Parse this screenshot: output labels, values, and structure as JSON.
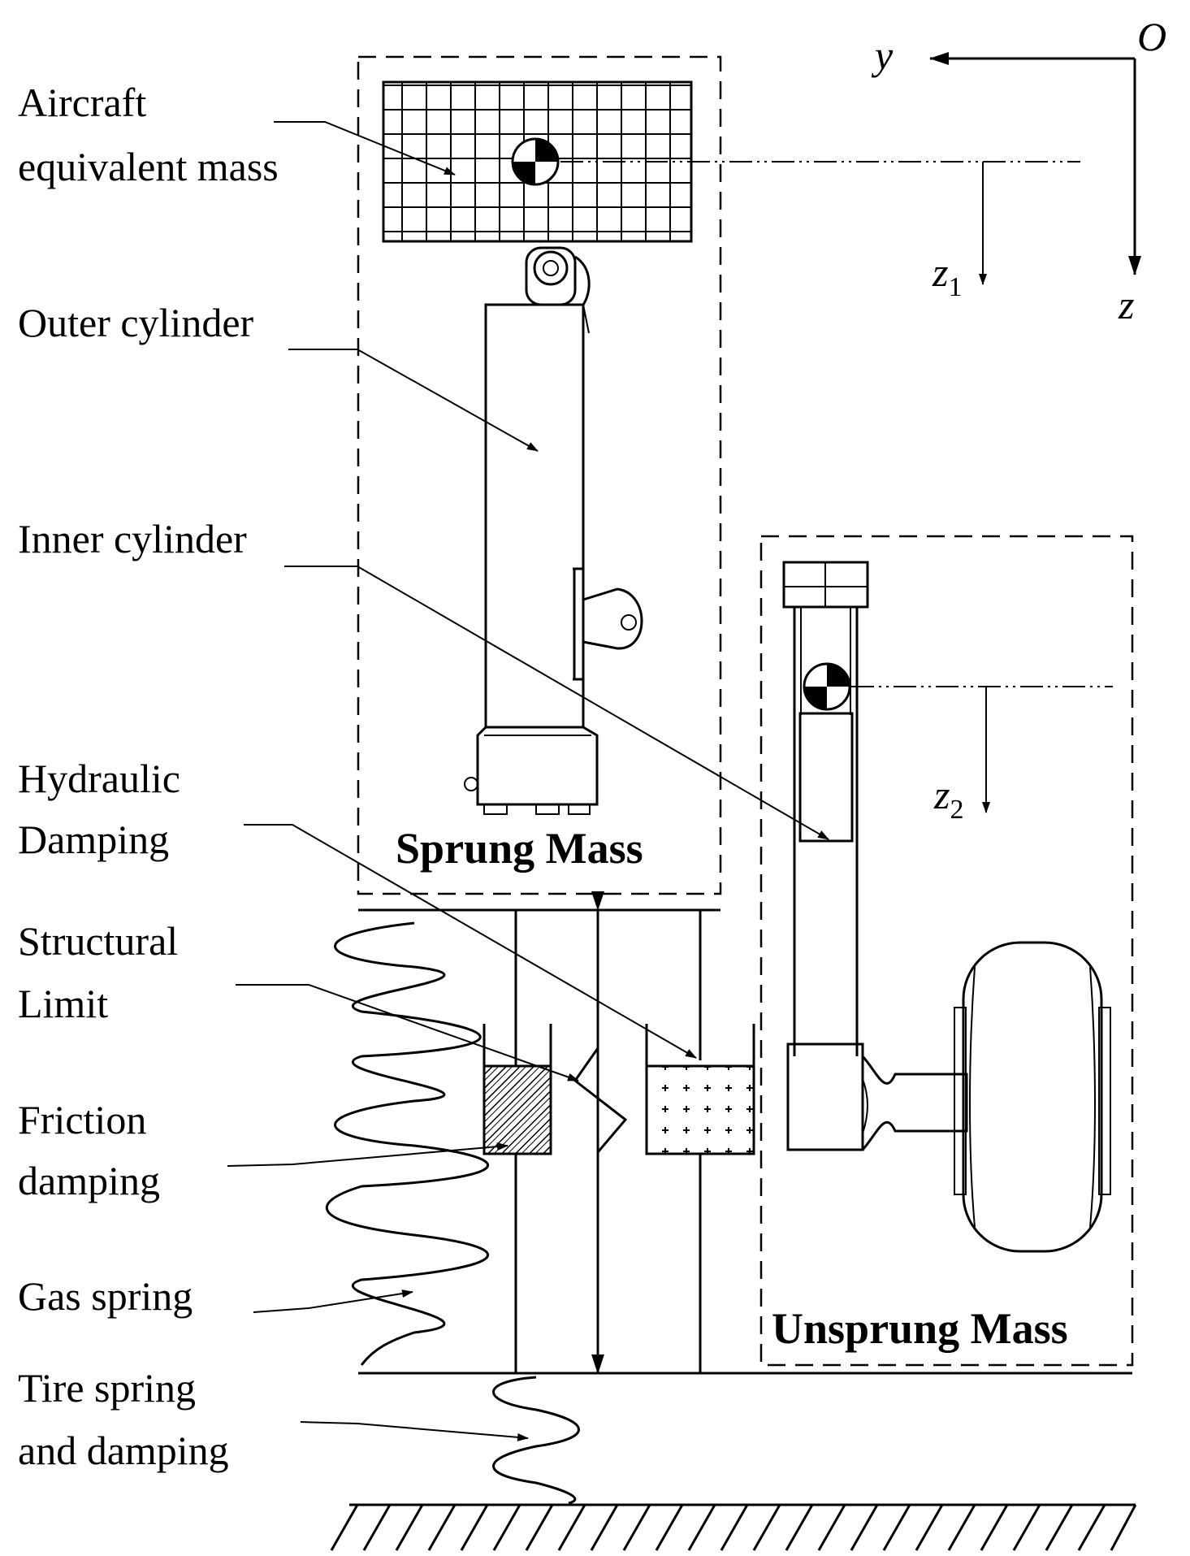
{
  "labels": {
    "aircraft_line1": "Aircraft",
    "aircraft_line2": "equivalent mass",
    "outer_cylinder": "Outer cylinder",
    "inner_cylinder": "Inner cylinder",
    "hydraulic_line1": "Hydraulic",
    "hydraulic_line2": "Damping",
    "structural_line1": "Structural",
    "structural_line2": "Limit",
    "friction_line1": "Friction",
    "friction_line2": "damping",
    "gas_spring": "Gas spring",
    "tire_line1": "Tire spring",
    "tire_line2": "and damping",
    "sprung_mass": "Sprung Mass",
    "unsprung_mass": "Unsprung Mass"
  },
  "axes": {
    "origin": "O",
    "y": "y",
    "z": "z",
    "z1_base": "z",
    "z1_sub": "1",
    "z2_base": "z",
    "z2_sub": "2"
  }
}
